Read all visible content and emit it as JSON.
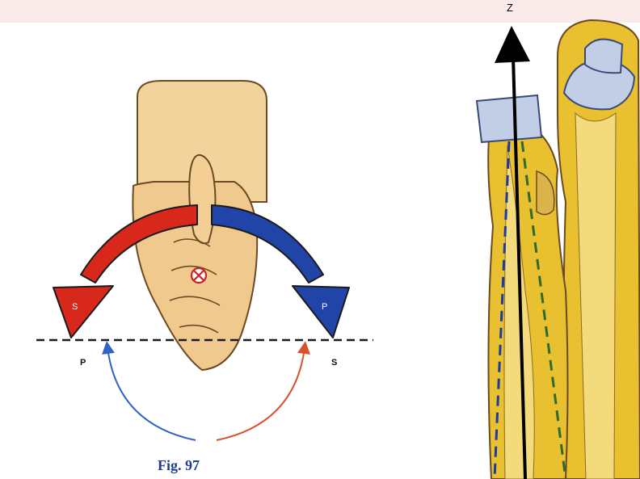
{
  "figure": {
    "caption": "Fig. 97",
    "colors": {
      "pronation_red": "#d8281c",
      "supination_blue": "#2144a8",
      "skin": "#f2d39c",
      "bone_yellow": "#e9c02f",
      "cartilage_blue": "#c2cee6",
      "axis_green": "#2f6a2c"
    },
    "curved_arrows": {
      "red_arrow_letter": "S",
      "blue_arrow_letter": "P"
    },
    "baseline_labels": {
      "left": "P",
      "right": "S"
    },
    "axis_label": "Z",
    "icons": {
      "axis_marker": "crossed-circle-icon"
    }
  }
}
